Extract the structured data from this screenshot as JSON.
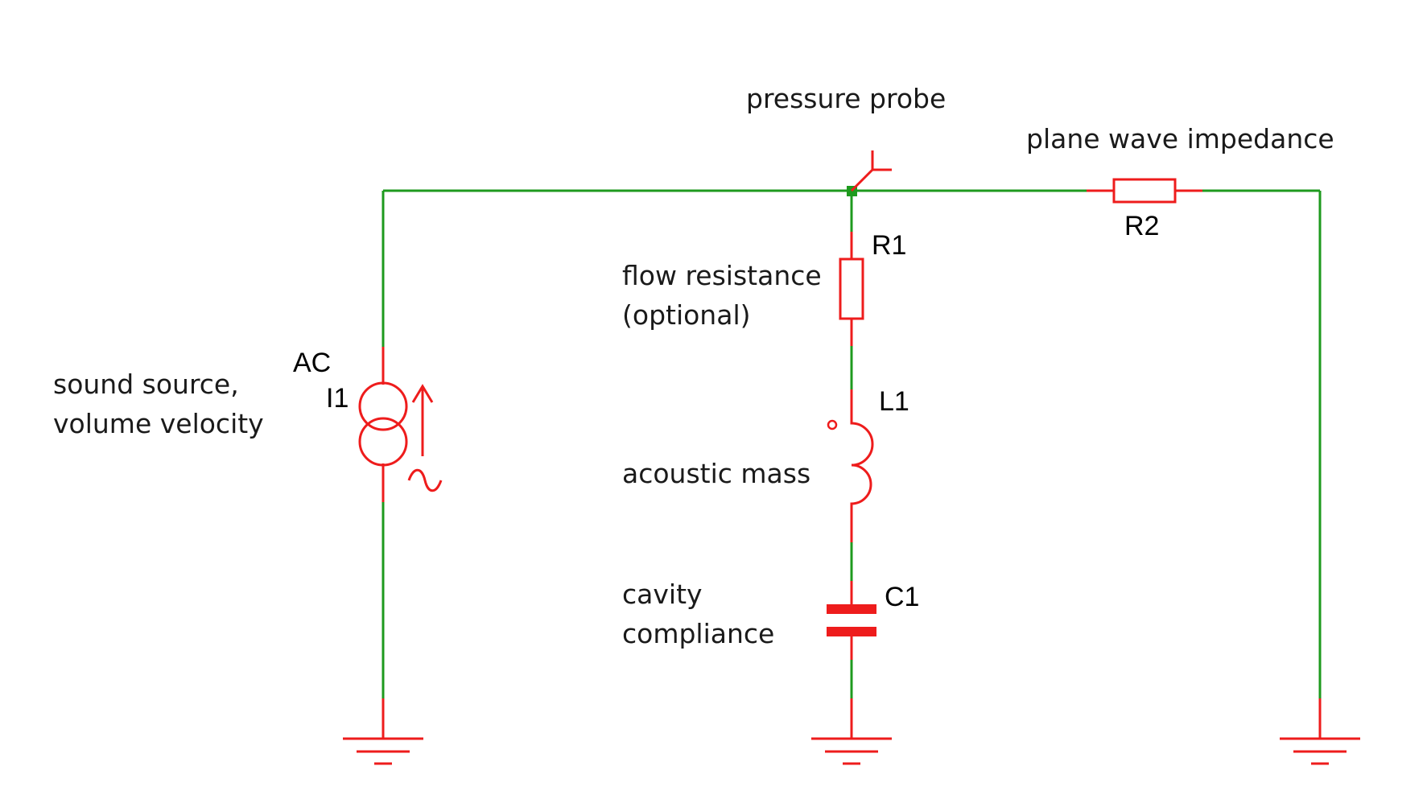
{
  "colors": {
    "wire": "#1e9a1e",
    "component": "#ee1c1c",
    "junction": "#1e9a1e",
    "text": "#000000",
    "background": "#ffffff"
  },
  "labels": {
    "pressure_probe": "pressure probe",
    "plane_wave_impedance": "plane wave impedance",
    "sound_source_line1": "sound source,",
    "sound_source_line2": "volume velocity",
    "flow_resistance_line1": "flow resistance",
    "flow_resistance_line2": "(optional)",
    "acoustic_mass": "acoustic mass",
    "cavity_line1": "cavity",
    "cavity_line2": "compliance"
  },
  "components": {
    "source": {
      "type_label": "AC",
      "ref": "I1",
      "icon": "ac-current-source-icon"
    },
    "r1": {
      "ref": "R1",
      "icon": "resistor-icon"
    },
    "r2": {
      "ref": "R2",
      "icon": "resistor-icon"
    },
    "l1": {
      "ref": "L1",
      "icon": "inductor-icon"
    },
    "c1": {
      "ref": "C1",
      "icon": "capacitor-icon"
    },
    "probe": {
      "icon": "probe-icon"
    },
    "grounds": [
      "ground-icon",
      "ground-icon",
      "ground-icon"
    ]
  }
}
